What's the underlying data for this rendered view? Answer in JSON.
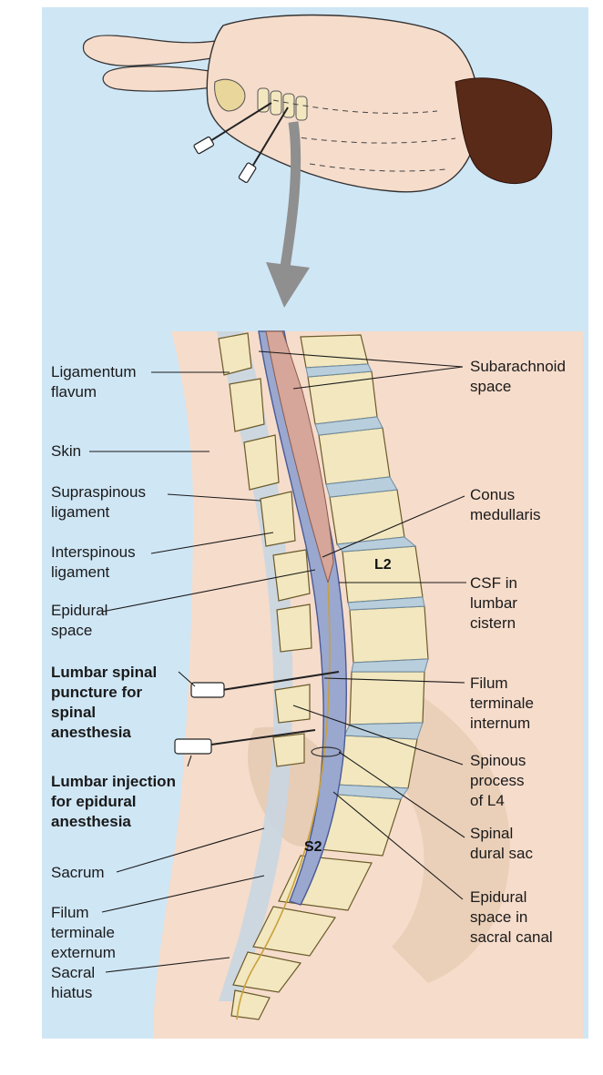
{
  "figure": {
    "colors": {
      "background_panel": "#cfe6f5",
      "skin": "#f6dccb",
      "bone": "#f2e7bf",
      "disc": "#b9cedc",
      "dura": "#9aa7cf",
      "cord": "#d6a69a",
      "hair": "#5a2a18",
      "arrow": "#8f8f8f"
    },
    "vertebra_labels": {
      "l2": "L2",
      "s2": "S2"
    },
    "labels_left": [
      {
        "id": "ligamentum-flavum",
        "lines": [
          "Ligamentum",
          "flavum"
        ],
        "bold": false
      },
      {
        "id": "skin",
        "lines": [
          "Skin"
        ],
        "bold": false
      },
      {
        "id": "supraspinous-ligament",
        "lines": [
          "Supraspinous",
          "ligament"
        ],
        "bold": false
      },
      {
        "id": "interspinous-ligament",
        "lines": [
          "Interspinous",
          "ligament"
        ],
        "bold": false
      },
      {
        "id": "epidural-space",
        "lines": [
          "Epidural",
          "space"
        ],
        "bold": false
      },
      {
        "id": "lumbar-spinal-puncture",
        "lines": [
          "Lumbar spinal",
          "puncture for",
          "spinal",
          "anesthesia"
        ],
        "bold": true
      },
      {
        "id": "lumbar-injection",
        "lines": [
          "Lumbar injection",
          "for epidural",
          "anesthesia"
        ],
        "bold": true
      },
      {
        "id": "sacrum",
        "lines": [
          "Sacrum"
        ],
        "bold": false
      },
      {
        "id": "filum-terminale-externum",
        "lines": [
          "Filum",
          "terminale",
          "externum"
        ],
        "bold": false
      },
      {
        "id": "sacral-hiatus",
        "lines": [
          "Sacral",
          "hiatus"
        ],
        "bold": false
      }
    ],
    "labels_right": [
      {
        "id": "subarachnoid-space",
        "lines": [
          "Subarachnoid",
          "space"
        ],
        "bold": false
      },
      {
        "id": "conus-medullaris",
        "lines": [
          "Conus",
          "medullaris"
        ],
        "bold": false
      },
      {
        "id": "csf-lumbar-cistern",
        "lines": [
          "CSF in",
          "lumbar",
          "cistern"
        ],
        "bold": false
      },
      {
        "id": "filum-terminale-internum",
        "lines": [
          "Filum",
          "terminale",
          "internum"
        ],
        "bold": false
      },
      {
        "id": "spinous-process-l4",
        "lines": [
          "Spinous",
          "process",
          "of L4"
        ],
        "bold": false
      },
      {
        "id": "spinal-dural-sac",
        "lines": [
          "Spinal",
          "dural sac"
        ],
        "bold": false
      },
      {
        "id": "epidural-space-sacral-canal",
        "lines": [
          "Epidural",
          "space in",
          "sacral canal"
        ],
        "bold": false
      }
    ]
  }
}
